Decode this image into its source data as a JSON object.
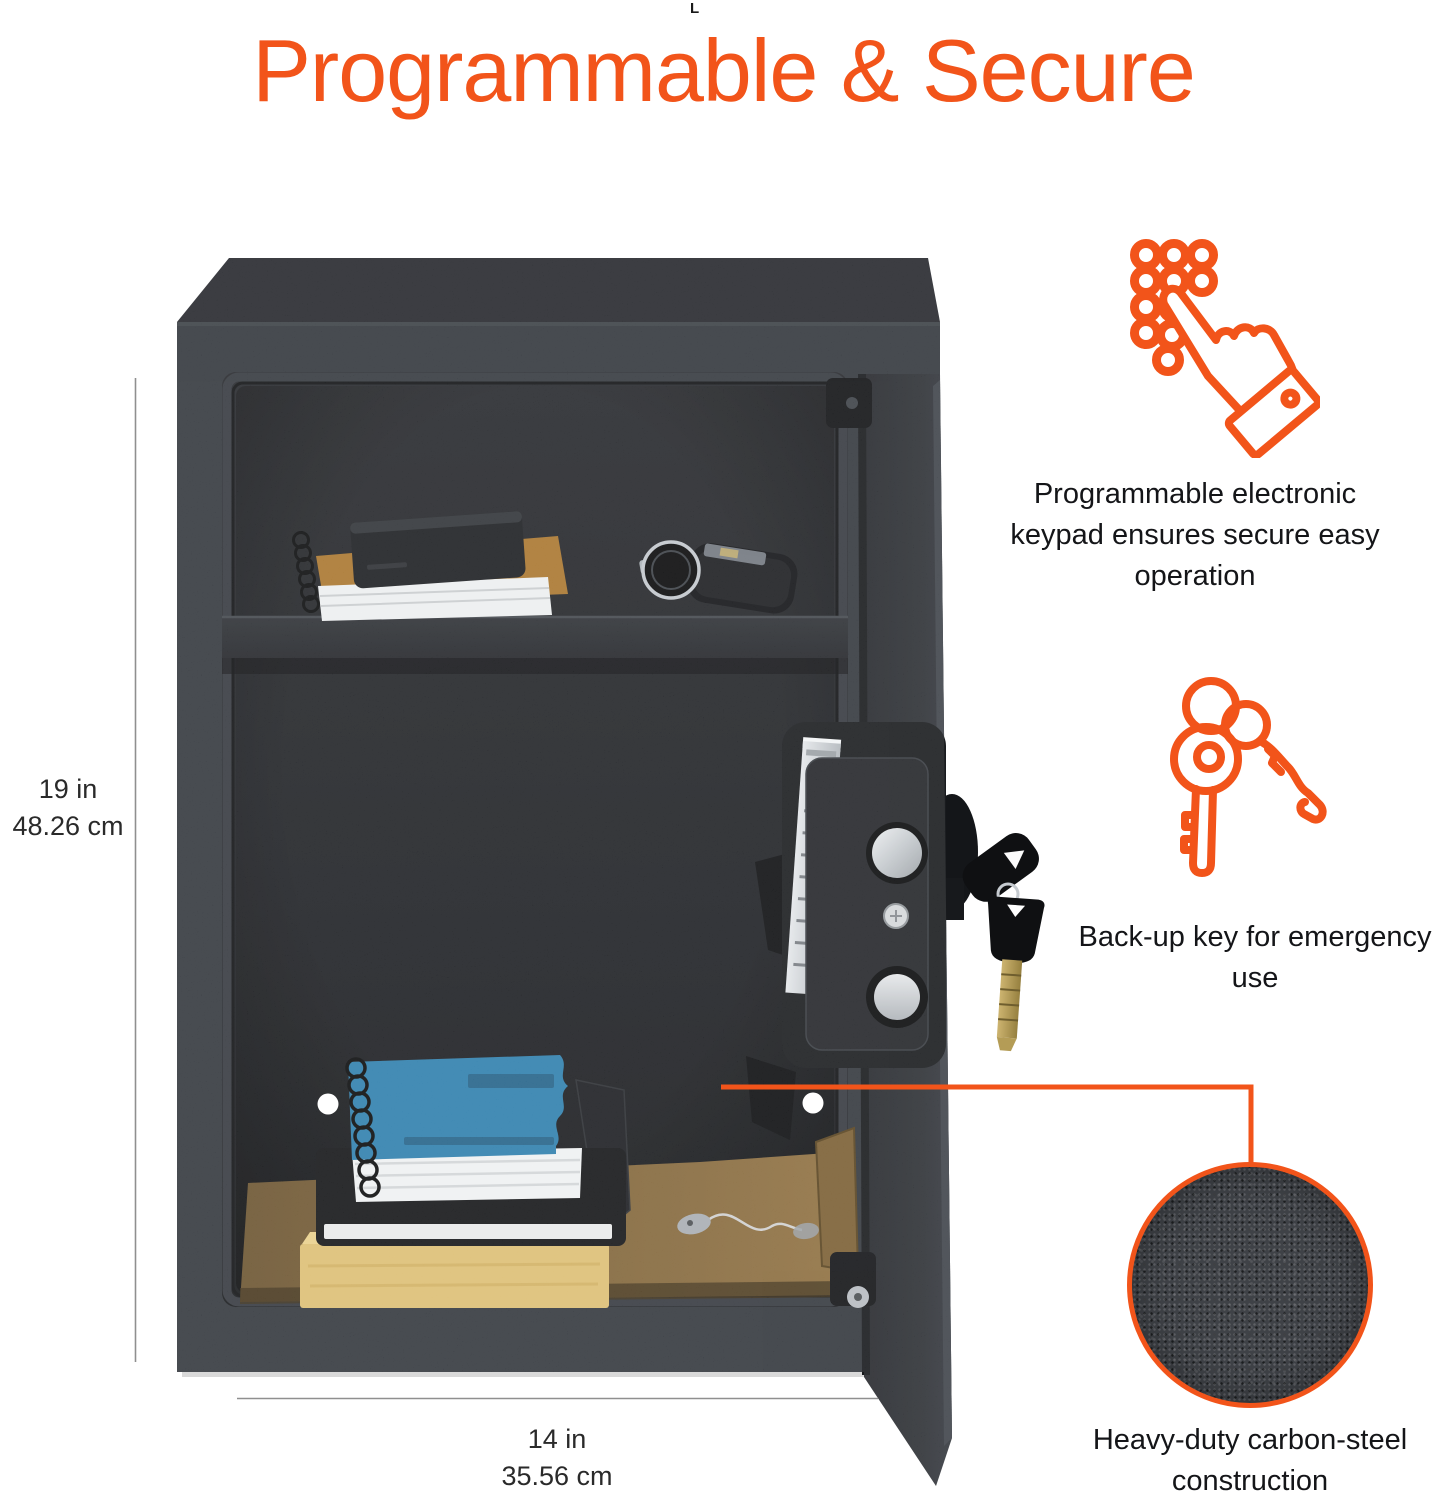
{
  "stray_mark": "L",
  "title": {
    "text": "Programmable & Secure"
  },
  "dimensions": {
    "height": {
      "imperial": "19 in",
      "metric": "48.26 cm"
    },
    "width": {
      "imperial": "14 in",
      "metric": "35.56 cm"
    }
  },
  "features": [
    {
      "icon": "keypad-press-icon",
      "text": "Programmable electronic keypad ensures secure easy operation"
    },
    {
      "icon": "backup-keys-icon",
      "text": "Back-up key for emergency use"
    },
    {
      "icon": "steel-texture-swatch",
      "text": "Heavy-duty carbon-steel construction"
    }
  ],
  "palette": {
    "accent": "#f2541a",
    "safe_front": "#33373d",
    "safe_top": "#26282d",
    "interior": "#1d1f23",
    "cardboard": "#7c5f33",
    "notebook_blue": "#2f7fad",
    "book_yellow": "#ddbf74",
    "steel_swatch": "#3f4247",
    "text": "#141518",
    "dimension_line": "#8f8f8f"
  }
}
